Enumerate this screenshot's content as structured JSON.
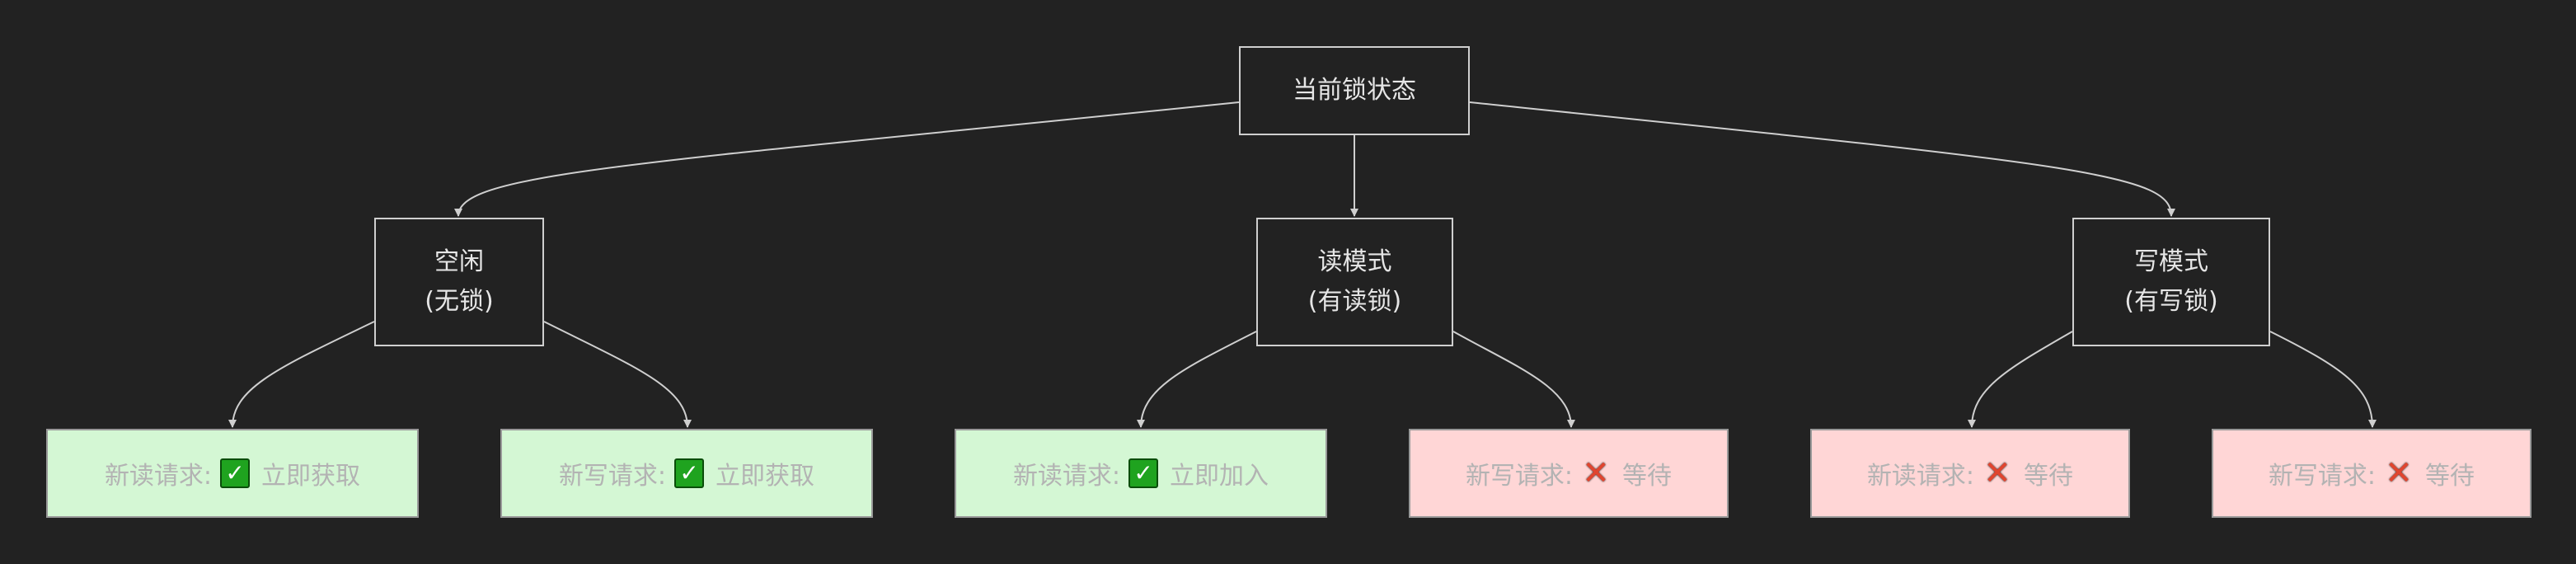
{
  "root": {
    "label": "当前锁状态"
  },
  "states": [
    {
      "line1": "空闲",
      "line2": "(无锁)"
    },
    {
      "line1": "读模式",
      "line2": "(有读锁)"
    },
    {
      "line1": "写模式",
      "line2": "(有写锁)"
    }
  ],
  "outcomes": [
    {
      "prefix": "新读请求:",
      "result": "立即获取",
      "icon": "check-icon",
      "status": "allowed"
    },
    {
      "prefix": "新写请求:",
      "result": "立即获取",
      "icon": "check-icon",
      "status": "allowed"
    },
    {
      "prefix": "新读请求:",
      "result": "立即加入",
      "icon": "check-icon",
      "status": "allowed"
    },
    {
      "prefix": "新写请求:",
      "result": "等待",
      "icon": "cross-icon",
      "status": "blocked"
    },
    {
      "prefix": "新读请求:",
      "result": "等待",
      "icon": "cross-icon",
      "status": "blocked"
    },
    {
      "prefix": "新写请求:",
      "result": "等待",
      "icon": "cross-icon",
      "status": "blocked"
    }
  ],
  "colors": {
    "background": "#222222",
    "allowed_fill": "#d4f7d4",
    "blocked_fill": "#ffd6d6",
    "edge": "#cfcfcf"
  }
}
